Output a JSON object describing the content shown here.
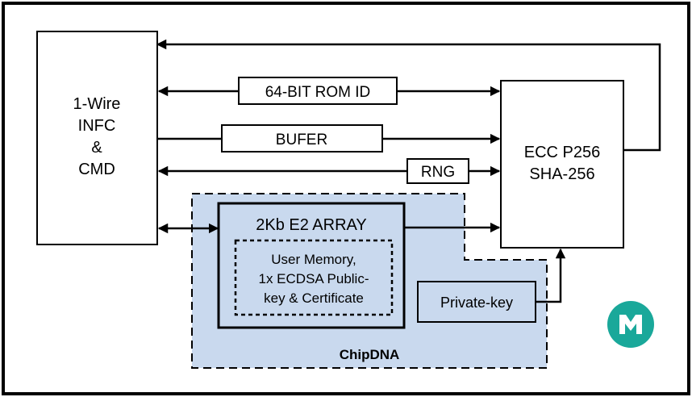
{
  "blocks": {
    "interface": {
      "lines": [
        "1-Wire",
        "INFC",
        "&",
        "CMD"
      ]
    },
    "crypto": {
      "lines": [
        "ECC P256",
        "SHA-256"
      ]
    },
    "rom_id": {
      "label": "64-BIT ROM ID"
    },
    "buffer": {
      "label": "BUFER"
    },
    "rng": {
      "label": "RNG"
    },
    "eeprom": {
      "title": "2Kb E2 ARRAY",
      "inner_lines": [
        "User Memory,",
        "1x ECDSA Public-",
        "key & Certificate"
      ]
    },
    "private_key": {
      "label": "Private-key"
    },
    "region": {
      "label": "ChipDNA"
    }
  },
  "logo": {
    "name": "maxim-logo-icon",
    "color": "#1aa89a"
  },
  "colors": {
    "region_fill": "#c9d9ee",
    "stroke": "#000000",
    "background": "#ffffff",
    "outer_border": "#000000"
  }
}
